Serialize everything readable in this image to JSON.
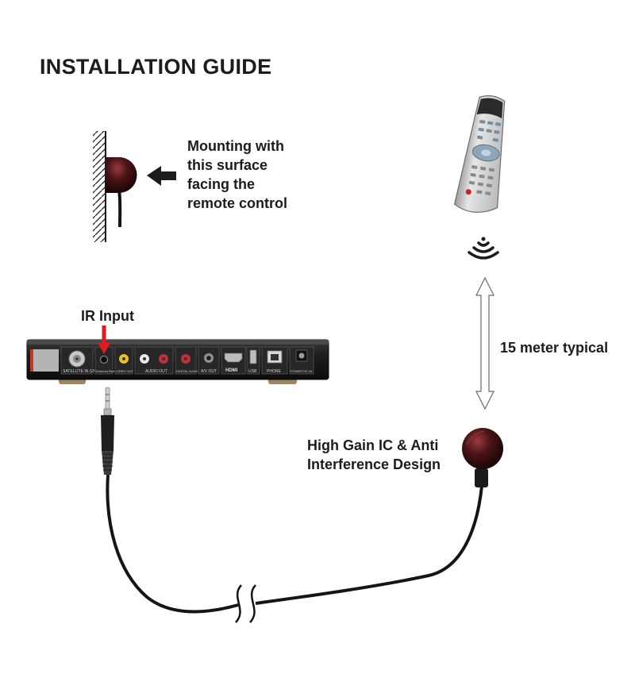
{
  "title": "INSTALLATION GUIDE",
  "mounting_note": {
    "line1": "Mounting with",
    "line2": "this surface",
    "line3": "facing the",
    "line4": "remote control"
  },
  "ir_input_label": "IR Input",
  "range_label": "15 meter typical",
  "receiver_note": {
    "line1": "High Gain IC & Anti",
    "line2": "Interference Design"
  },
  "device_ports": {
    "satellite": "SATELLITE IN (LNB IN)",
    "ir": "External Remote",
    "video": "VIDEO OUT",
    "audio": "AUDIO OUT",
    "digital": "DIGITAL AUDIO OUT",
    "av": "A/V OUT",
    "hdmi": "HDMI",
    "usb": "USB",
    "phone": "PHONE",
    "power": "POWER DC IN"
  },
  "colors": {
    "arrow_red": "#e01b1b",
    "receiver_body": "#4a1416",
    "device_body": "#1e1e1e",
    "remote_body": "#d8d8d8"
  }
}
